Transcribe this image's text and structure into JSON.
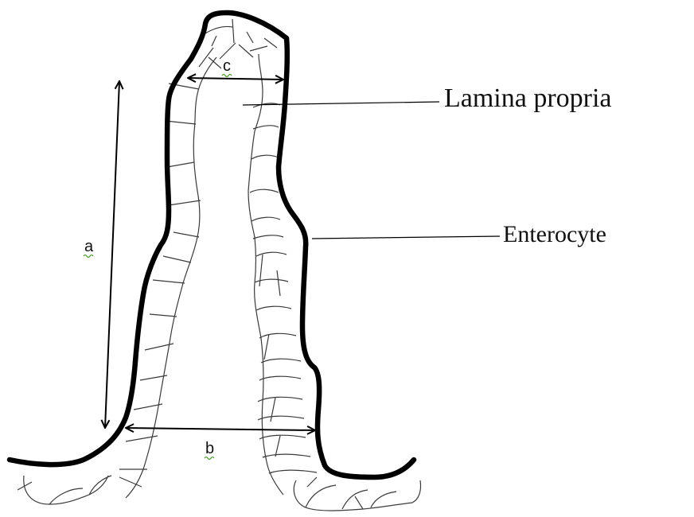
{
  "labels": {
    "lamina_propria": "Lamina propria",
    "enterocyte": "Enterocyte",
    "dimension_a": "a",
    "dimension_b": "b",
    "dimension_c": "c"
  },
  "colors": {
    "outline": "#000000",
    "cell_lines": "#3a3a3a",
    "spellcheck_underline": "#4a9a2a"
  }
}
